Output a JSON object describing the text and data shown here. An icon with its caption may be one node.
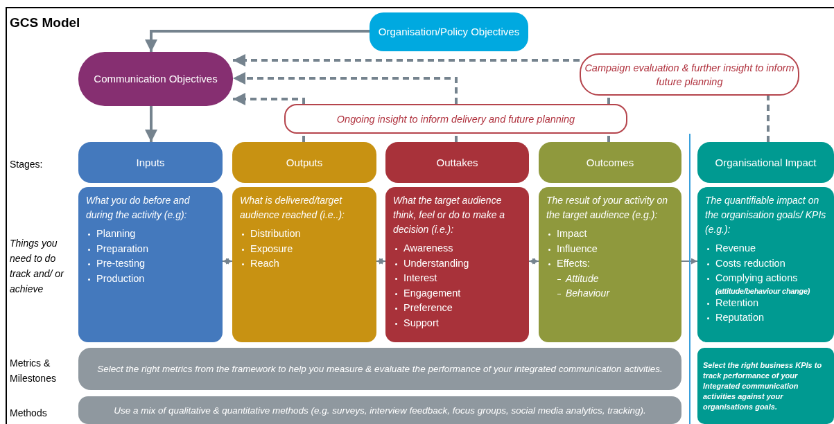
{
  "diagram": {
    "title": "GCS Model",
    "nodes": [
      {
        "text": [
          "Organisation/Policy Objectives"
        ]
      },
      {
        "text": [
          "Communication Objectives"
        ]
      },
      {
        "text": [
          "Campaign evaluation & further insight to inform future planning"
        ]
      },
      {
        "text": [
          "Ongoing insight to inform delivery and future planning"
        ]
      },
      {
        "text": [
          "Inputs"
        ]
      },
      {
        "text": [
          "Outputs"
        ]
      },
      {
        "text": [
          "Outtakes"
        ]
      },
      {
        "text": [
          "Outcomes"
        ]
      },
      {
        "text": [
          "Organisational Impact"
        ]
      },
      {
        "text": [
          "What you do before and during the activity (e.g):",
          "Planning",
          "Preparation",
          "Pre-testing",
          "Production"
        ]
      },
      {
        "text": [
          "What is delivered/target audience reached (i.e..):",
          "Distribution",
          "Exposure",
          "Reach"
        ]
      },
      {
        "text": [
          "What the target audience think, feel or do to make a decision (i.e.):",
          "Awareness",
          "Understanding",
          "Interest",
          "Engagement",
          "Preference",
          "Support"
        ]
      },
      {
        "text": [
          "The result of your activity on the target audience (e.g.):",
          "Impact",
          "Influence",
          "Effects:",
          "Attitude",
          "Behaviour"
        ]
      },
      {
        "text": [
          "The quantifiable impact on the organisation goals/ KPIs (e.g.):",
          "Revenue",
          "Costs reduction",
          "Complying actions",
          "(attitude/behaviour change)",
          "Retention",
          "Reputation"
        ]
      },
      {
        "text": [
          "Select the right metrics from the framework to help you measure & evaluate the performance of your integrated communication activities."
        ]
      },
      {
        "text": [
          "Use a mix of qualitative & quantitative methods (e.g. surveys, interview feedback, focus groups, social media analytics, tracking)."
        ]
      },
      {
        "text": [
          "Select the right business KPIs to track performance of your Integrated communication activities against your organisations goals."
        ]
      }
    ],
    "edges": [
      {
        "from": 0,
        "to": 1,
        "arrow": "to"
      },
      {
        "from": 2,
        "to": 1,
        "arrow": "to",
        "style": "dashed"
      },
      {
        "from": 5,
        "to": 3,
        "arrow": "none",
        "style": "dashed"
      },
      {
        "from": 3,
        "to": 1,
        "arrow": "to",
        "style": "dashed"
      },
      {
        "from": 6,
        "to": 3,
        "arrow": "none",
        "style": "dashed"
      },
      {
        "from": 3,
        "to": 1,
        "arrow": "to",
        "style": "dashed"
      },
      {
        "from": 7,
        "to": 3,
        "arrow": "none",
        "style": "dashed"
      },
      {
        "from": 3,
        "to": 2,
        "arrow": "none",
        "style": "dashed"
      },
      {
        "from": 8,
        "to": 2,
        "arrow": "none",
        "style": "dashed"
      },
      {
        "from": 1,
        "to": 4,
        "arrow": "to"
      },
      {
        "from": 9,
        "to": 10,
        "arrow": "both"
      },
      {
        "from": 10,
        "to": 11,
        "arrow": "both"
      },
      {
        "from": 11,
        "to": 12,
        "arrow": "both"
      },
      {
        "from": 12,
        "to": 13,
        "arrow": "to"
      }
    ],
    "labels": [
      "Stages:",
      "Things you need to do track and/ or achieve",
      "Metrics & Milestones",
      "Methods"
    ]
  }
}
